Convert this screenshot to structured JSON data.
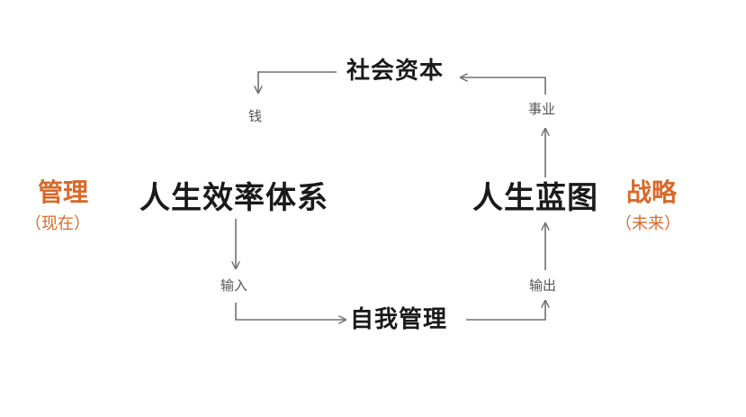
{
  "colors": {
    "accent": "#d9692a",
    "arrow": "#707070",
    "text": "#1a1a1a"
  },
  "nodes": {
    "social_capital": "社会资本",
    "life_efficiency": "人生效率体系",
    "life_blueprint": "人生蓝图",
    "self_management": "自我管理"
  },
  "edges": {
    "money": "钱",
    "career": "事业",
    "input": "输入",
    "output": "输出"
  },
  "sides": {
    "left_title": "管理",
    "left_sub": "（现在）",
    "right_title": "战略",
    "right_sub": "（未来）"
  }
}
